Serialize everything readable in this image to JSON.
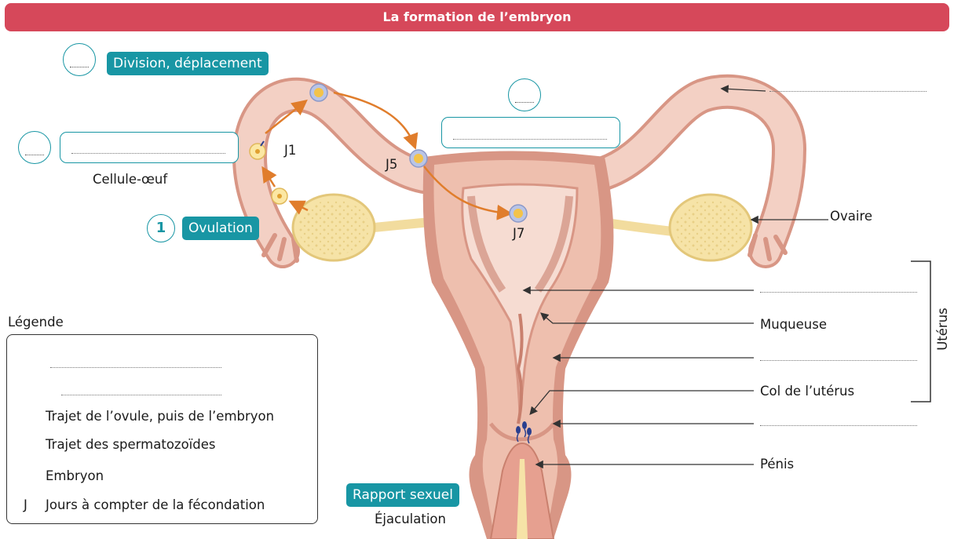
{
  "title": "La formation de l’embryon",
  "tags": {
    "division": "Division, déplacement",
    "ovulation": "Ovulation",
    "ovulation_number": "1",
    "rapport": "Rapport sexuel"
  },
  "labels": {
    "cellule_oeuf": "Cellule-œuf",
    "j1": "J1",
    "j5": "J5",
    "j7": "J7",
    "ovaire": "Ovaire",
    "muqueuse": "Muqueuse",
    "col": "Col de l’utérus",
    "penis": "Pénis",
    "uterus": "Utérus",
    "ejaculation": "Éjaculation"
  },
  "legend": {
    "heading": "Légende",
    "items": [
      {
        "icon": "ovule-icon",
        "text": ""
      },
      {
        "icon": "spermatozoide-icon",
        "text": ""
      },
      {
        "icon": "orange-arrow-icon",
        "text": "Trajet de l’ovule, puis de l’embryon"
      },
      {
        "icon": "blue-arrow-icon",
        "text": "Trajet des spermatozoïdes"
      },
      {
        "icon": "embryon-icon",
        "text": "Embryon"
      },
      {
        "icon": "j-letter",
        "symbol": "J",
        "text": "Jours à compter de la fécondation"
      }
    ]
  },
  "colors": {
    "title_bar": "#d6485a",
    "teal": "#1896a4",
    "tissue": "#f3d0c4",
    "tissue_dark": "#d89685",
    "ovary": "#f6e3a7",
    "orange_arrow": "#e07d2c",
    "blue_arrow": "#1f4b7a"
  }
}
